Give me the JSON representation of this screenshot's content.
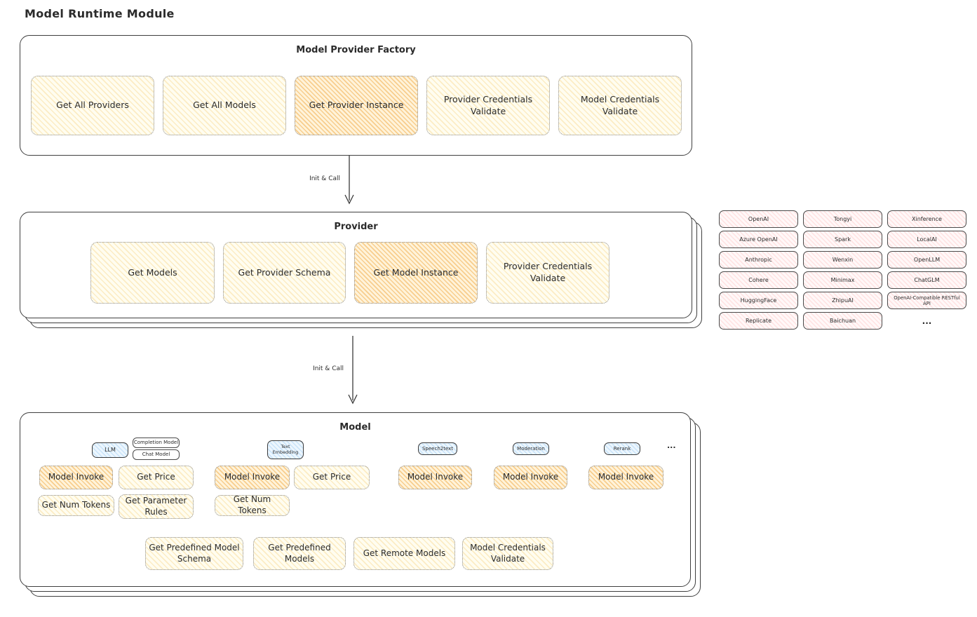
{
  "palette": {
    "ink": "#2b2b2b",
    "yellow_fill": "#fffdf0",
    "yellow_hatch": "#f6c96b",
    "orange_fill": "#fff3da",
    "orange_hatch": "#f0a840",
    "pink_fill": "#fff8f8",
    "pink_hatch": "#ff9f9f",
    "blue_fill": "#ecf6fe",
    "blue_hatch": "#77b7ec"
  },
  "page": {
    "title": "Model Runtime Module"
  },
  "factory": {
    "title": "Model Provider Factory",
    "buttons": [
      {
        "label": "Get All Providers"
      },
      {
        "label": "Get All Models"
      },
      {
        "label": "Get Provider Instance"
      },
      {
        "label": "Provider Credentials Validate"
      },
      {
        "label": "Model Credentials Validate"
      }
    ]
  },
  "arrow1": {
    "label": "Init & Call"
  },
  "arrow2": {
    "label": "Init & Call"
  },
  "provider": {
    "title": "Provider",
    "buttons": [
      {
        "label": "Get Models"
      },
      {
        "label": "Get Provider Schema"
      },
      {
        "label": "Get Model Instance"
      },
      {
        "label": "Provider Credentials Validate"
      }
    ]
  },
  "provider_list": {
    "items": [
      "OpenAI",
      "Tongyi",
      "Xinference",
      "Azure OpenAI",
      "Spark",
      "LocalAI",
      "Anthropic",
      "Wenxin",
      "OpenLLM",
      "Cohere",
      "Minimax",
      "ChatGLM",
      "HuggingFace",
      "ZhipuAI",
      "OpenAI-Compatible RESTful API",
      "Replicate",
      "Baichuan",
      "..."
    ]
  },
  "model": {
    "title": "Model",
    "types": {
      "llm": "LLM",
      "completion": "Completion Model",
      "chat": "Chat Model",
      "text_embedding": "Text Embedding",
      "speech2text": "Speech2text",
      "moderation": "Moderation",
      "rerank": "Rerank",
      "more": "..."
    },
    "ops": {
      "model_invoke": "Model Invoke",
      "get_price": "Get Price",
      "get_num_tokens": "Get Num Tokens",
      "get_parameter_rules": "Get Parameter Rules"
    },
    "bottom": [
      {
        "label": "Get Predefined Model Schema"
      },
      {
        "label": "Get Predefined Models"
      },
      {
        "label": "Get Remote Models"
      },
      {
        "label": "Model Credentials Validate"
      }
    ]
  }
}
